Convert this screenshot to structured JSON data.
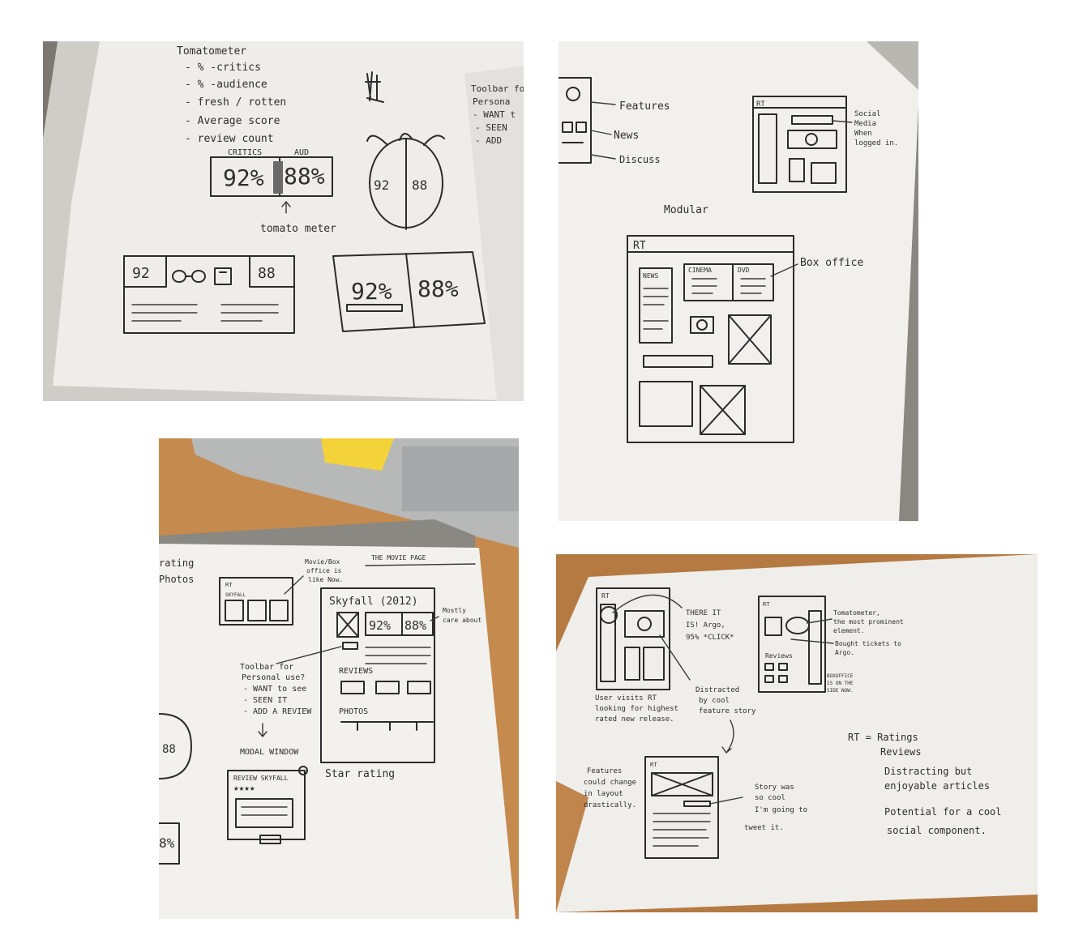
{
  "photo1": {
    "tomatometer_heading": "Tomatometer",
    "tomatometer_list": [
      "- % -critics",
      "- % -audience",
      "- fresh / rotten",
      "- Average score",
      "- review count"
    ],
    "critics_label": "CRITICS",
    "aud_label": "AUD",
    "critics_pct": "92%",
    "aud_pct": "88%",
    "tomato_critics": "92",
    "tomato_aud": "88",
    "tomato_meter_label": "tomato meter",
    "card_critics": "92",
    "card_aud": "88",
    "big_critics": "92%",
    "big_aud": "88%",
    "toolbar_partial": [
      "Toolbar fo",
      "Persona",
      "- WANT t",
      "- SEEN",
      "- ADD"
    ]
  },
  "photo2": {
    "features": "Features",
    "news": "News",
    "discuss": "Discuss",
    "rt_small": "RT",
    "social_note": [
      "Social",
      "Media",
      "When",
      "logged in."
    ],
    "modular": "Modular",
    "rt_big": "RT",
    "news_box": "NEWS",
    "cinema": "CINEMA",
    "dvd": "DVD",
    "box_office": "Box office"
  },
  "photo3": {
    "left_partial": [
      "rating",
      "Photos"
    ],
    "movie_note": [
      "Movie/Box",
      "office is",
      "like Now."
    ],
    "page_title": "THE MOVIE PAGE",
    "rt_small": "RT",
    "skyfall_small": "SKYFALL",
    "movie_title": "Skyfall (2012)",
    "critics": "92%",
    "aud": "88%",
    "mostly_note": [
      "Mostly",
      "care about"
    ],
    "reviews": "REVIEWS",
    "photos": "PHOTOS",
    "toolbar_note": [
      "Toolbar for",
      "Personal use?",
      "- WANT to see",
      "- SEEN IT",
      "- ADD A REVIEW"
    ],
    "modal": "MODAL WINDOW",
    "review_skyfall": "REVIEW SKYFALL",
    "star_rating": "Star rating",
    "partial_88": "88",
    "partial_pct": "8%"
  },
  "photo4": {
    "there_it_is": [
      "THERE IT",
      "IS! Argo,",
      "95% *CLICK*"
    ],
    "rt_label": "RT",
    "tomatometer_note": [
      "Tomatometer,",
      "the most prominent",
      "element."
    ],
    "bought_note": [
      "Bought tickets to",
      "Argo."
    ],
    "reviews": "Reviews",
    "boxoffice_note": [
      "BOXOFFICE",
      "IS ON THE",
      "SIDE NOW."
    ],
    "user_visits": [
      "User visits RT",
      "looking for highest",
      "rated new release."
    ],
    "distracted": [
      "Distracted",
      "by cool",
      "feature story"
    ],
    "rt_ratings": [
      "RT = Ratings",
      "Reviews",
      "Distracting but",
      "enjoyable articles",
      "Potential for a cool",
      "social component."
    ],
    "features_change": [
      "Features",
      "could change",
      "in layout",
      "drastically."
    ],
    "story_cool": [
      "Story was",
      "so cool",
      "I'm going to",
      "tweet it."
    ]
  }
}
